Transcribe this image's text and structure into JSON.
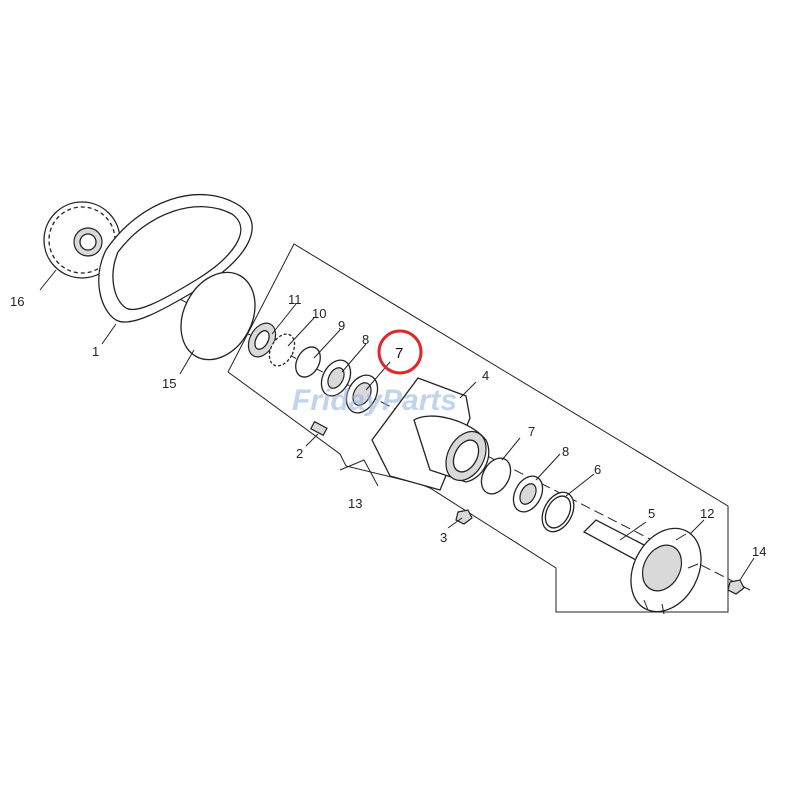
{
  "diagram": {
    "highlight_color": "#e0282b",
    "watermark": "FridayParts",
    "highlighted_callout": "7",
    "callouts": {
      "c1": "1",
      "c2": "2",
      "c3": "3",
      "c4": "4",
      "c5": "5",
      "c6": "6",
      "c7": "7",
      "c8a": "8",
      "c8b": "8",
      "c9": "9",
      "c10": "10",
      "c11": "11",
      "c12": "12",
      "c13": "13",
      "c14": "14",
      "c15": "15",
      "c16": "16"
    }
  }
}
